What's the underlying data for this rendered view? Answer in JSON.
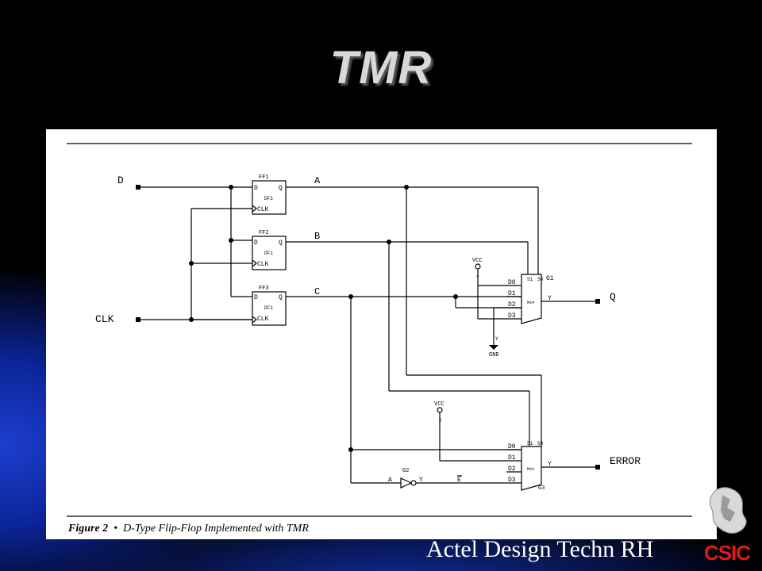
{
  "slide": {
    "title": "TMR",
    "footer": "Actel Design Techn RH"
  },
  "figure": {
    "caption_number": "Figure 2",
    "caption_separator": "•",
    "caption_text": "D-Type Flip-Flop Implemented with TMR"
  },
  "circuit": {
    "inputs": {
      "d": "D",
      "clk": "CLK"
    },
    "outputs": {
      "q": "Q",
      "error": "ERROR"
    },
    "flipflops": [
      {
        "name": "FF1",
        "type": "DF1",
        "d": "D",
        "q": "Q",
        "clk": "CLK"
      },
      {
        "name": "FF2",
        "type": "DF1",
        "d": "D",
        "q": "Q",
        "clk": "CLK"
      },
      {
        "name": "FF3",
        "type": "DF1",
        "d": "D",
        "q": "Q",
        "clk": "CLK"
      }
    ],
    "nets": {
      "a": "A",
      "b": "B",
      "c": "C"
    },
    "mux_g1": {
      "name": "G1",
      "type": "MX4",
      "inputs": [
        "D0",
        "D1",
        "D2",
        "D3"
      ],
      "s1": "S1",
      "s0": "S0",
      "out": "Y",
      "vcc": "VCC",
      "vcc_pin": "Y",
      "gnd": "GND",
      "gnd_pin": "Y"
    },
    "mux_g3": {
      "name": "G3",
      "type": "MX4",
      "inputs": [
        "D0",
        "D1",
        "D2",
        "D3"
      ],
      "s1": "S1",
      "s0": "S0",
      "out": "Y",
      "vcc": "VCC",
      "vcc_pin": "Y"
    },
    "inverter_g2": {
      "name": "G2",
      "in": "A",
      "out": "Y",
      "net": "E"
    }
  },
  "logo": {
    "text": "CSIC"
  }
}
